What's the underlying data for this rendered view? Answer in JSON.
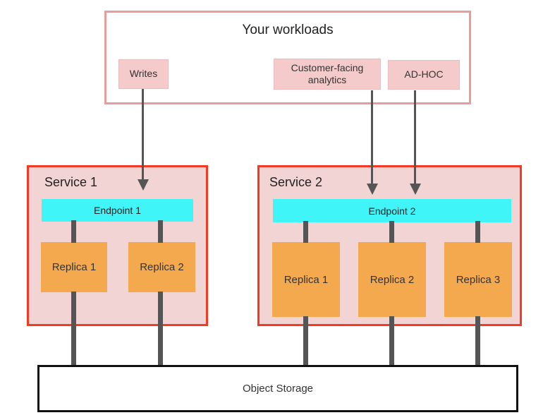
{
  "diagram": {
    "type": "architecture-diagram",
    "colors": {
      "workloads_border": "#e89c9c",
      "pill_fill": "#f4caca",
      "service_border": "#f43a22",
      "service_fill": "#f2d4d4",
      "endpoint_fill": "#40f5f8",
      "replica_fill": "#f4a94e",
      "connector_gray": "#555555",
      "storage_border": "#111111",
      "text": "#2e2e2e"
    }
  },
  "workloads": {
    "title": "Your workloads",
    "items": [
      {
        "label": "Writes"
      },
      {
        "label": "Customer-facing analytics"
      },
      {
        "label": "AD-HOC"
      }
    ]
  },
  "services": [
    {
      "name": "Service 1",
      "endpoint": "Endpoint 1",
      "replicas": [
        "Replica 1",
        "Replica 2"
      ]
    },
    {
      "name": "Service 2",
      "endpoint": "Endpoint 2",
      "replicas": [
        "Replica 1",
        "Replica 2",
        "Replica 3"
      ]
    }
  ],
  "storage": {
    "label": "Object Storage"
  }
}
